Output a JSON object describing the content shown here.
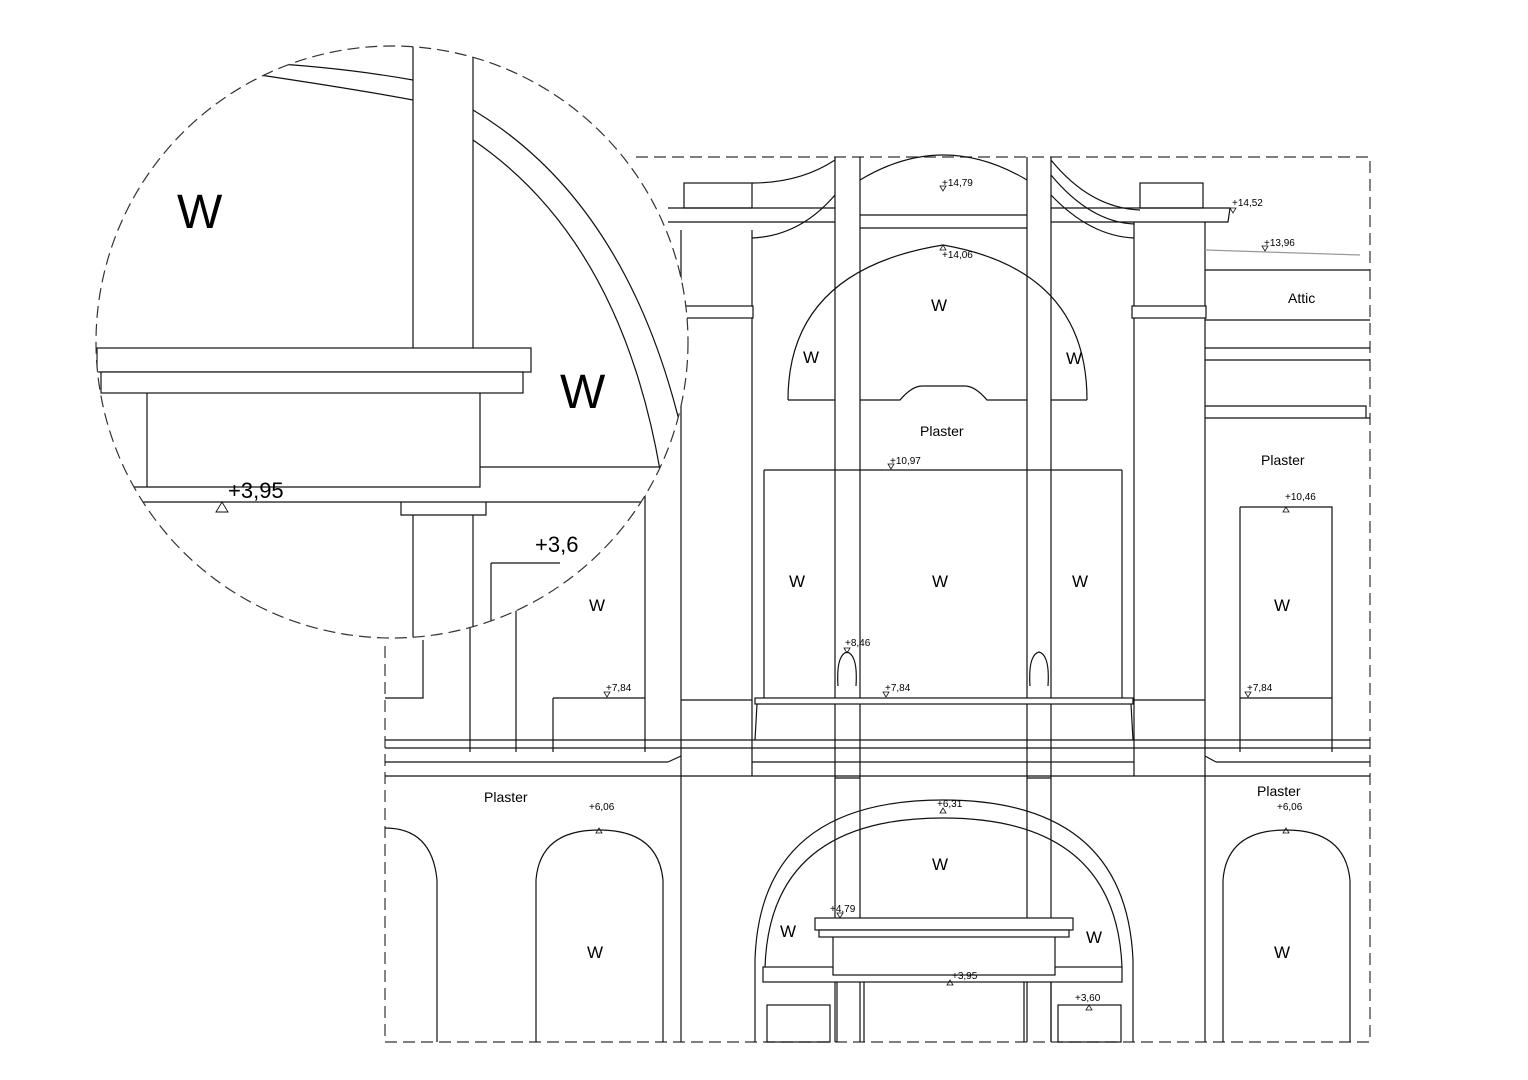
{
  "title": "Facade elevation detail with magnified inset",
  "inset": {
    "w1": "W",
    "w2": "W",
    "level_a": "+3,95",
    "level_b": "+3,6"
  },
  "labels": {
    "attic": "Attic",
    "plaster_center": "Plaster",
    "plaster_right": "Plaster",
    "plaster_left_lower": "Plaster",
    "plaster_right_lower": "Plaster"
  },
  "windows": {
    "lunette": "W",
    "lunette_l": "W",
    "lunette_r": "W",
    "mid_l": "W",
    "mid_c": "W",
    "mid_r": "W",
    "right_upper": "W",
    "left_upper": "W",
    "arch_c": "W",
    "arch_l": "W",
    "arch_r": "W",
    "low_left": "W",
    "low_right": "W"
  },
  "levels": {
    "l1479": "+14,79",
    "l1452": "+14,52",
    "l1396": "+13,96",
    "l1406": "+14,06",
    "l1097": "+10,97",
    "l1046": "+10,46",
    "l846": "+8,46",
    "l784a": "+7,84",
    "l784b": "+7,84",
    "l784c": "+7,84",
    "l606a": "+6,06",
    "l606b": "+6,06",
    "l631": "+6,31",
    "l479": "+4,79",
    "l395": "+3,95",
    "l360": "+3,60"
  }
}
